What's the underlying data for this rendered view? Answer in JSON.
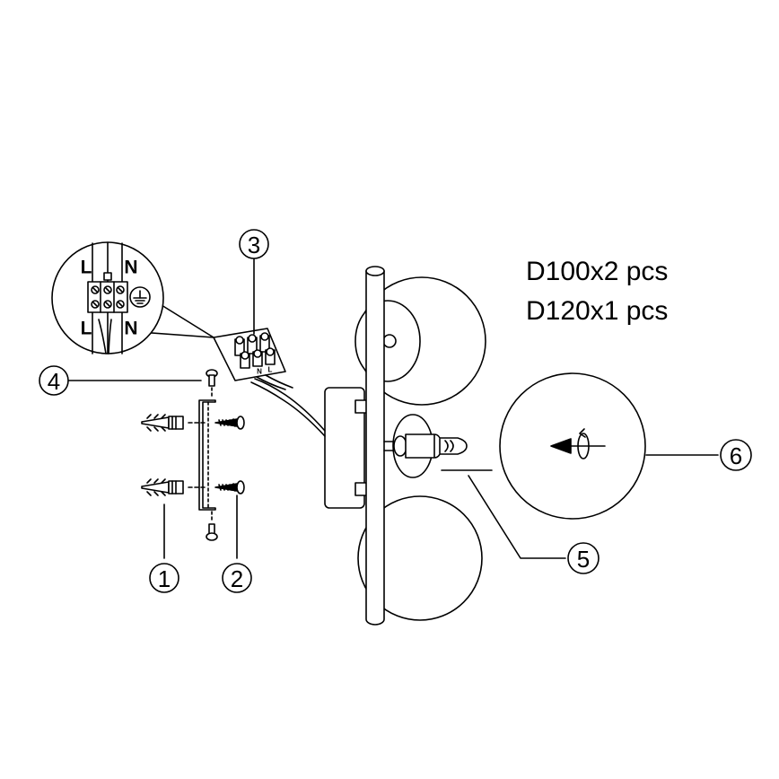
{
  "specs": [
    "D100x2 pcs",
    "D120x1 pcs"
  ],
  "callouts": {
    "c1": "1",
    "c2": "2",
    "c3": "3",
    "c4": "4",
    "c5": "5",
    "c6": "6"
  },
  "terminal_labels": {
    "top_left": "L",
    "top_right": "N",
    "bottom_left": "L",
    "bottom_right": "N",
    "block_n": "N",
    "block_l": "L"
  },
  "icons": [
    "earth-ground-icon",
    "twist-arrow-icon",
    "direction-arrow-icon"
  ]
}
